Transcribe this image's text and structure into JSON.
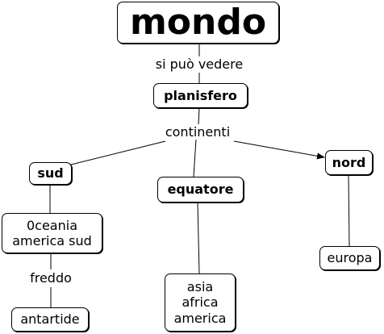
{
  "nodes": {
    "mondo": "mondo",
    "planisfero": "planisfero",
    "sud": "sud",
    "equatore": "equatore",
    "nord": "nord",
    "oceania": "0ceania\namerica sud",
    "asia": "asia\nafrica\namerica",
    "europa": "europa",
    "antartide": "antartide"
  },
  "links": {
    "si_puo_vedere": "si può vedere",
    "continenti": "continenti",
    "freddo": "freddo"
  },
  "colors": {
    "line": "#000000",
    "node_background": "#ffffff"
  }
}
